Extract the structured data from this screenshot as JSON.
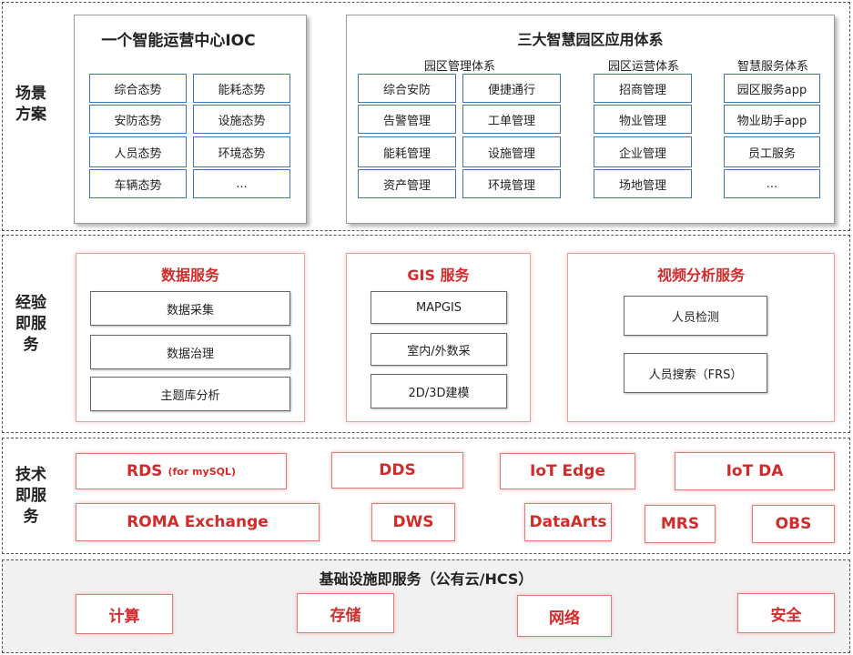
{
  "scenario": {
    "label": "场景方案",
    "ioc": {
      "title": "一个智能运营中心IOC",
      "items": [
        "综合态势",
        "能耗态势",
        "安防态势",
        "设施态势",
        "人员态势",
        "环境态势",
        "车辆态势",
        "..."
      ]
    },
    "park": {
      "title": "三大智慧园区应用体系",
      "management": {
        "title": "园区管理体系",
        "items": [
          "综合安防",
          "便捷通行",
          "告警管理",
          "工单管理",
          "能耗管理",
          "设施管理",
          "资产管理",
          "环境管理"
        ]
      },
      "operation": {
        "title": "园区运营体系",
        "items": [
          "招商管理",
          "物业管理",
          "企业管理",
          "场地管理"
        ]
      },
      "service": {
        "title": "智慧服务体系",
        "items": [
          "园区服务app",
          "物业助手app",
          "员工服务",
          "..."
        ]
      }
    }
  },
  "experience": {
    "label": "经验即服务",
    "data_service": {
      "title": "数据服务",
      "items": [
        "数据采集",
        "数据治理",
        "主题库分析"
      ]
    },
    "gis_service": {
      "title": "GIS 服务",
      "items": [
        "MAPGIS",
        "室内/外数采",
        "2D/3D建模"
      ]
    },
    "video_service": {
      "title": "视频分析服务",
      "items": [
        "人员检测",
        "人员搜索（FRS）"
      ]
    }
  },
  "tech": {
    "label": "技术即服务",
    "rds": {
      "main": "RDS",
      "sub": "(for mySQL)"
    },
    "items": [
      "DDS",
      "IoT Edge",
      "IoT DA",
      "ROMA Exchange",
      "DWS",
      "DataArts",
      "MRS",
      "OBS"
    ]
  },
  "infra": {
    "title": "基础设施即服务（公有云/HCS）",
    "items": [
      "计算",
      "存储",
      "网络",
      "安全"
    ]
  },
  "colors": {
    "accent_red": "#d22b2b",
    "box_blue": "#3f74b8",
    "dash_border": "#555555"
  }
}
